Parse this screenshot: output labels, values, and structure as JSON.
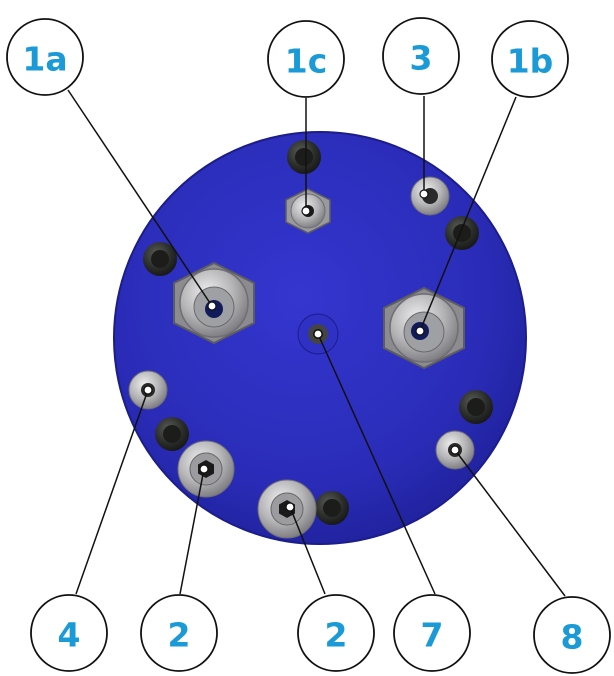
{
  "colors": {
    "plate": "#2a2cb8",
    "plate_edge": "#1b1d8a",
    "callout_text": "#1a9ad6",
    "callout_stroke": "#111111",
    "leader": "#111111",
    "metal": "#b9b9bb",
    "screw": "#2c2e2c"
  },
  "callouts": {
    "c1a": "1a",
    "c1c": "1c",
    "c3": "3",
    "c1b": "1b",
    "c4": "4",
    "c2a": "2",
    "c2b": "2",
    "c7": "7",
    "c8": "8"
  }
}
